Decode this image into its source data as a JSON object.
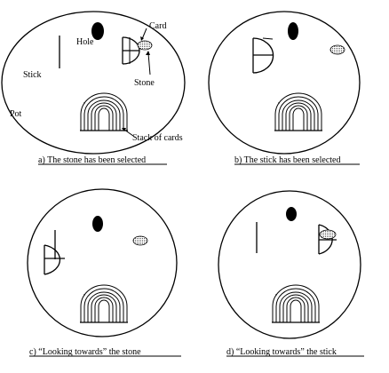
{
  "panels": [
    {
      "caption": "a) The stone has been selected",
      "labels": {
        "card": "Card",
        "hole": "Hole",
        "stick": "Stick",
        "stone": "Stone",
        "pot": "Pot",
        "stack": "Stack of cards"
      }
    },
    {
      "caption": "b) The stick has been selected"
    },
    {
      "caption": "c) “Looking towards” the stone"
    },
    {
      "caption": "d) “Looking towards” the stick"
    }
  ],
  "colors": {
    "ink": "#000000",
    "paper": "#ffffff"
  },
  "icons": [
    "hole-icon",
    "stick-icon",
    "card-icon",
    "stone-icon",
    "stack-of-cards-icon",
    "pot-icon"
  ]
}
